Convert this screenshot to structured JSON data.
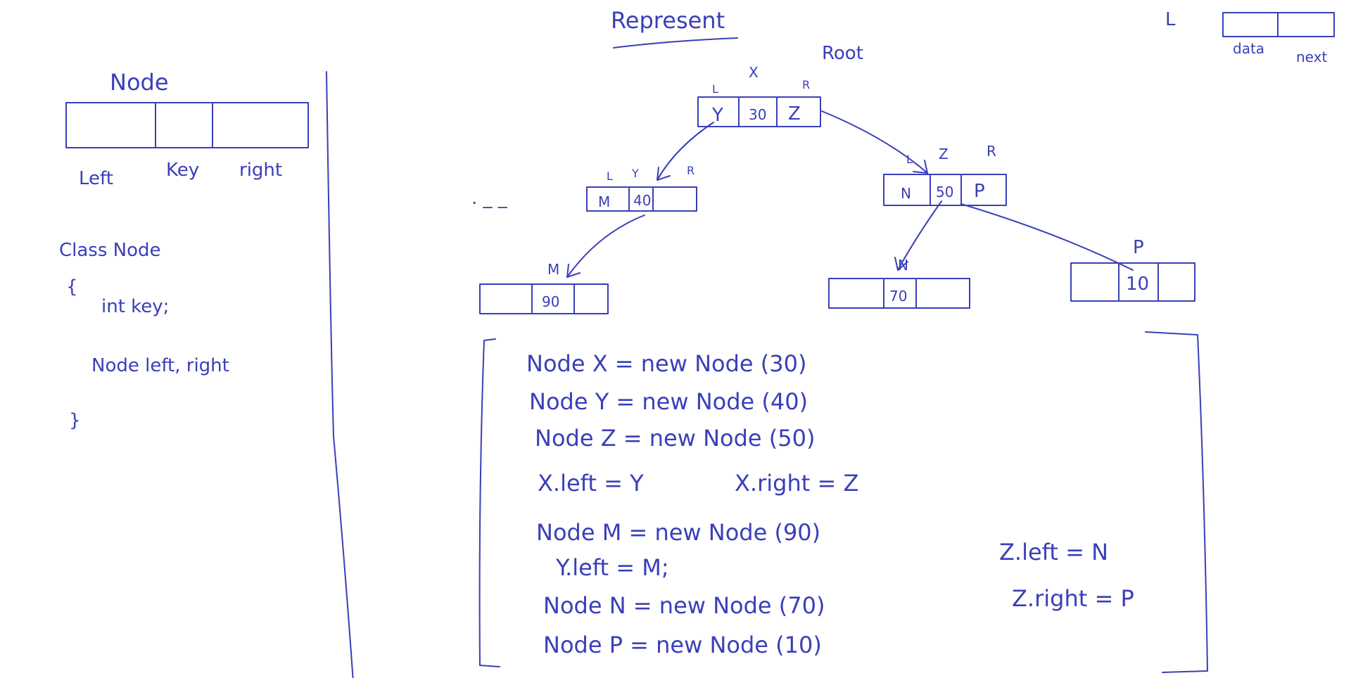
{
  "heading": "Represent",
  "linked_list_ref": {
    "marker": "L",
    "cell_labels": [
      "data",
      "next"
    ]
  },
  "node_layout": {
    "title": "Node",
    "field_labels": [
      "Left",
      "Key",
      "right"
    ]
  },
  "class_code": {
    "line1": "Class Node",
    "open_brace": "{",
    "line2": "int key;",
    "line3": "Node left, right",
    "close_brace": "}"
  },
  "tree": {
    "root_label": "Root",
    "ellipsis": ". _ _",
    "nodes": {
      "x": {
        "name": "X",
        "left_tag": "L",
        "right_tag": "R",
        "cells": [
          "Y",
          "30",
          "Z"
        ]
      },
      "y": {
        "name": "Y",
        "left_tag": "L",
        "right_tag": "R",
        "cells": [
          "M",
          "40",
          ""
        ]
      },
      "z": {
        "name": "Z",
        "left_tag": "L",
        "right_tag": "R",
        "cells": [
          "N",
          "50",
          "P"
        ]
      },
      "m": {
        "name": "M",
        "cells": [
          "",
          "90",
          ""
        ]
      },
      "n": {
        "name": "N",
        "cells": [
          "",
          "70",
          ""
        ]
      },
      "p": {
        "name": "P",
        "cells": [
          "",
          "10",
          ""
        ]
      }
    }
  },
  "code_block": {
    "lines": [
      "Node X = new Node (30)",
      "Node Y = new Node (40)",
      "Node Z = new Node (50)",
      "X.left = Y",
      "X.right = Z",
      "Node M = new Node (90)",
      "Y.left = M;",
      "Node N = new Node (70)",
      "Node P = new Node (10)"
    ],
    "side_lines": [
      "Z.left = N",
      "Z.right = P"
    ]
  },
  "ink_color": "#3a3fb8"
}
